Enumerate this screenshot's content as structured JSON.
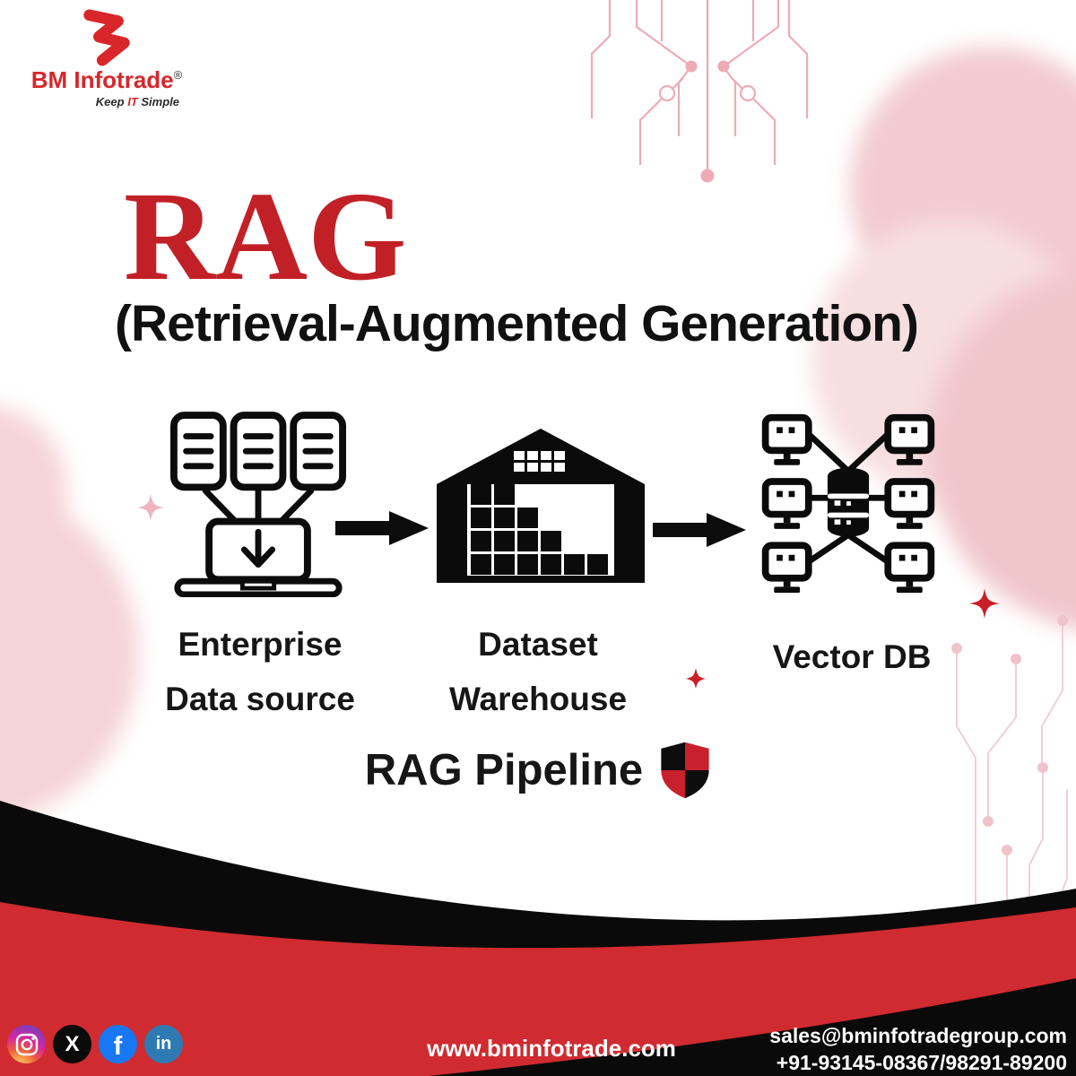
{
  "brand": {
    "name_bm": "BM",
    "name_rest": " Infotrade",
    "registered_mark": "®",
    "tagline_pre": "Keep ",
    "tagline_it": "IT",
    "tagline_post": " Simple"
  },
  "title": {
    "main": "RAG",
    "subtitle": "(Retrieval-Augmented Generation)"
  },
  "pipeline": {
    "caption": "RAG Pipeline",
    "nodes": [
      {
        "icon": "enterprise-data-source-icon",
        "label_line1": "Enterprise",
        "label_line2": "Data source"
      },
      {
        "icon": "dataset-warehouse-icon",
        "label_line1": "Dataset",
        "label_line2": "Warehouse"
      },
      {
        "icon": "vector-db-icon",
        "label_line1": "Vector DB",
        "label_line2": ""
      }
    ]
  },
  "footer": {
    "website": "www.bminfotrade.com",
    "email": "sales@bminfotradegroup.com",
    "phone": "+91-93145-08367/98291-89200",
    "social": [
      {
        "name": "instagram"
      },
      {
        "name": "x",
        "glyph": "X"
      },
      {
        "name": "facebook",
        "glyph": "f"
      },
      {
        "name": "linkedin",
        "glyph": "in"
      }
    ]
  },
  "colors": {
    "brand_red": "#d8262b",
    "title_red": "#c22027",
    "band_red": "#cf2b30",
    "band_black": "#0a0a0a",
    "shield_red": "#c8202c",
    "circuit_pink": "#edabb6",
    "blob_pink": "#f2cbd0",
    "facebook_blue": "#1877f2",
    "linkedin_blue": "#2e7ab3",
    "x_black": "#0b0b0b"
  }
}
